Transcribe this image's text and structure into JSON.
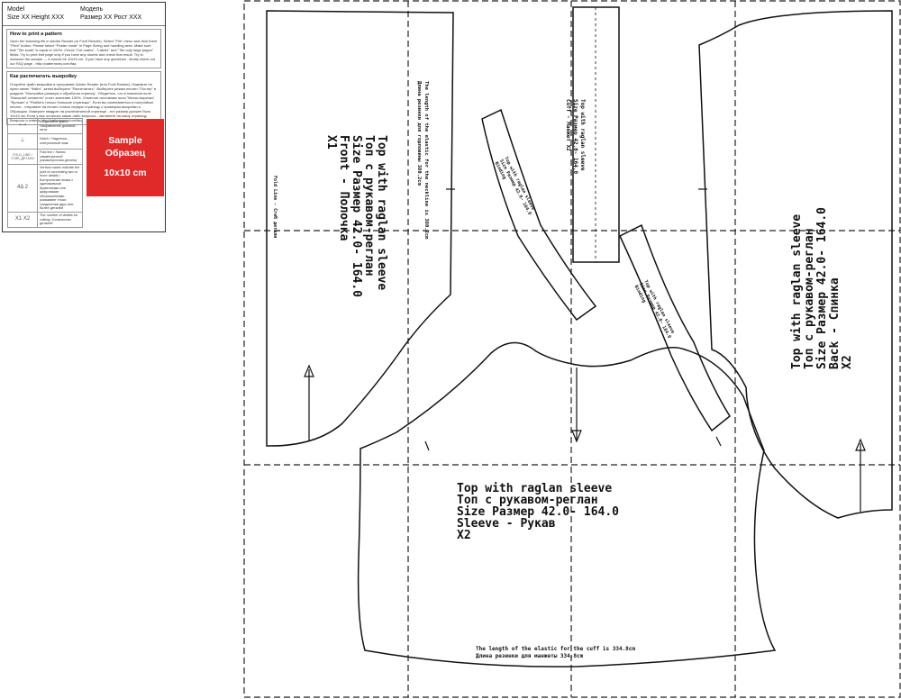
{
  "legend": {
    "model_en": "Model",
    "size_en": "Size XX Height XXX",
    "model_ru": "Модель",
    "size_ru": "Размер XX Рост XXX",
    "print_title_en": "How to print a pattern",
    "print_text_en": "Open the following file in Adobe Reader (or Foxit Reader). Select \"File\" menu and click there \"Print\" button. Please select \"Poster mode\" in Page Sizing and handling area. Make sure that \"Tile scale\" is equal to 100%. Check \"Cut marks\", \"Labels\" and \"Tile only large pages\" fields. Try to print first page only if you have any doubts and check that result. Try to measure the sample — it should be 10x10 cm. If you have any questions - kindly check out our FAQ page - http://patternsmy.com/faq",
    "print_title_ru": "Как распечатать выкройку",
    "print_text_ru": "Откройте файл выкройки в программе Adobe Reader (или Foxit Reader). Нажмите на пункт меню \"Файл\", затем выберите \"Распечатать\". Выберите режим печати \"Постер\" в разделе \"Настройка размера и обработка страниц\". Убедитесь, что в значении поле \"Масштаб сегмента\" стоит значение 100%. Отметьте галочками поля \"Метки вырезки\", \"Ярлыки\" и \"Разбить только большие страницы\". Если вы сомневаетесь в настройках печати - отправьте на печать только первую страницу с примером выкройки и Образцом. Измерьте квадрат на распечатанной странице - его размер должен быть 10x10 см. Если у вас остались какие-либо вопросы - загляните на нашу страницу Вопросы и ответы http://patternsmy.com/faq",
    "symbols": [
      {
        "symbol": "⟷",
        "label": "Longitudinal grain / Направление долевой нити"
      },
      {
        "symbol": "⊥",
        "label": "Notch / Надсечка - контрольный знак"
      },
      {
        "symbol": "FOLD_LINE / СГИБ_ДЕТАЛИ",
        "label": "Fold line / Линия симметричной (симметричная деталь)"
      },
      {
        "symbol": "4Δ 2",
        "label": "Vertical marks indicate the joint of connecting two or more details / Контрольные знаки с одинаковыми буквенными или цифровыми обозначениями указывают точки соединения двух или более деталей"
      },
      {
        "symbol": "X1 X2",
        "label": "The number of details for cutting / Количество деталей"
      }
    ],
    "sample_en": "Sample",
    "sample_ru": "Образец",
    "sample_size": "10x10 cm"
  },
  "front": {
    "lines": [
      "Top with raglan sleeve",
      "Топ с рукавом-реглан",
      "Size Размер  42.0- 164.0",
      "Front - Полочка",
      "X1"
    ],
    "fold": "Fold Line - Сгиб детали",
    "neck_en": "The length of the elastic for the neckline is 380.2cm",
    "neck_ru": "Длина резинки для горловины 380.2cm"
  },
  "back": {
    "lines": [
      "Top with raglan sleeve",
      "Топ с рукавом-реглан",
      "Size Размер  42.0- 164.0",
      "Back - Спинка",
      "X2"
    ]
  },
  "cuff": {
    "lines": [
      "Top with raglan sleeve",
      "Size Размер  42.0- 164.0",
      "Cuff - Манжет  X2"
    ]
  },
  "sleeve": {
    "lines": [
      "Top with raglan sleeve",
      "Топ с рукавом-реглан",
      "Size Размер   42.0- 164.0",
      "Sleeve - Рукав",
      "X2"
    ],
    "cuff_en": "The length of the elastic for the cuff is 334.8cm",
    "cuff_ru": "Длина резинки для манжеты 334.8cm"
  },
  "strips": {
    "left_lines": [
      "Top with raglan sleeve",
      "Size Размер 42.0- 164.0",
      "Binding"
    ],
    "right_lines": [
      "Top with raglan sleeve",
      "Size Размер 42.0- 164.0",
      "Binding"
    ]
  }
}
